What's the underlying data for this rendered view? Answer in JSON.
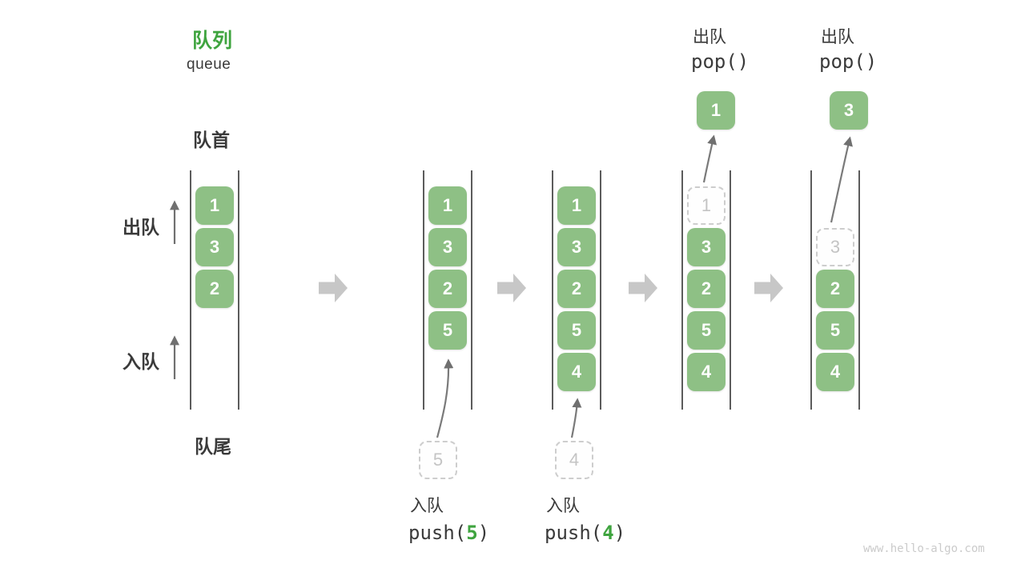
{
  "figure": {
    "title_zh": "队列",
    "title_en": "queue",
    "watermark": "www.hello-algo.com"
  },
  "side_labels": {
    "front": "队首",
    "rear": "队尾",
    "dequeue": "出队",
    "enqueue": "入队"
  },
  "colors": {
    "accent_green": "#3FA43F",
    "block_green": "#8EC085",
    "text_dark": "#3A3A3A",
    "ghost_gray": "#C4C4C4",
    "thin_arrow_gray": "#707070",
    "fat_arrow_gray": "#C7C7C7",
    "wall_gray": "#5C5C5C",
    "watermark_gray": "#CBCBCB"
  },
  "icons": {
    "transition_arrow": "right-block-arrow",
    "dequeue_direction_arrow": "thin-up-arrow",
    "enqueue_direction_arrow": "thin-up-arrow",
    "push_arrow": "curved-up-arrow",
    "pop_arrow": "curved-up-arrow"
  },
  "states": [
    {
      "cells": [
        {
          "value": "1"
        },
        {
          "value": "3"
        },
        {
          "value": "2"
        }
      ]
    },
    {
      "cells": [
        {
          "value": "1"
        },
        {
          "value": "3"
        },
        {
          "value": "2"
        },
        {
          "value": "5"
        }
      ],
      "staged": "5",
      "op_label": "入队",
      "op_code_prefix": "push(",
      "op_arg": "5",
      "op_code_suffix": ")"
    },
    {
      "cells": [
        {
          "value": "1"
        },
        {
          "value": "3"
        },
        {
          "value": "2"
        },
        {
          "value": "5"
        },
        {
          "value": "4"
        }
      ],
      "staged": "4",
      "op_label": "入队",
      "op_code_prefix": "push(",
      "op_arg": "4",
      "op_code_suffix": ")"
    },
    {
      "ghost": "1",
      "cells": [
        {
          "value": "3"
        },
        {
          "value": "2"
        },
        {
          "value": "5"
        },
        {
          "value": "4"
        }
      ],
      "popped": "1",
      "op_label": "出队",
      "op_code": "pop()"
    },
    {
      "ghost": "3",
      "cells": [
        {
          "value": "2"
        },
        {
          "value": "5"
        },
        {
          "value": "4"
        }
      ],
      "popped": "3",
      "op_label": "出队",
      "op_code": "pop()"
    }
  ]
}
